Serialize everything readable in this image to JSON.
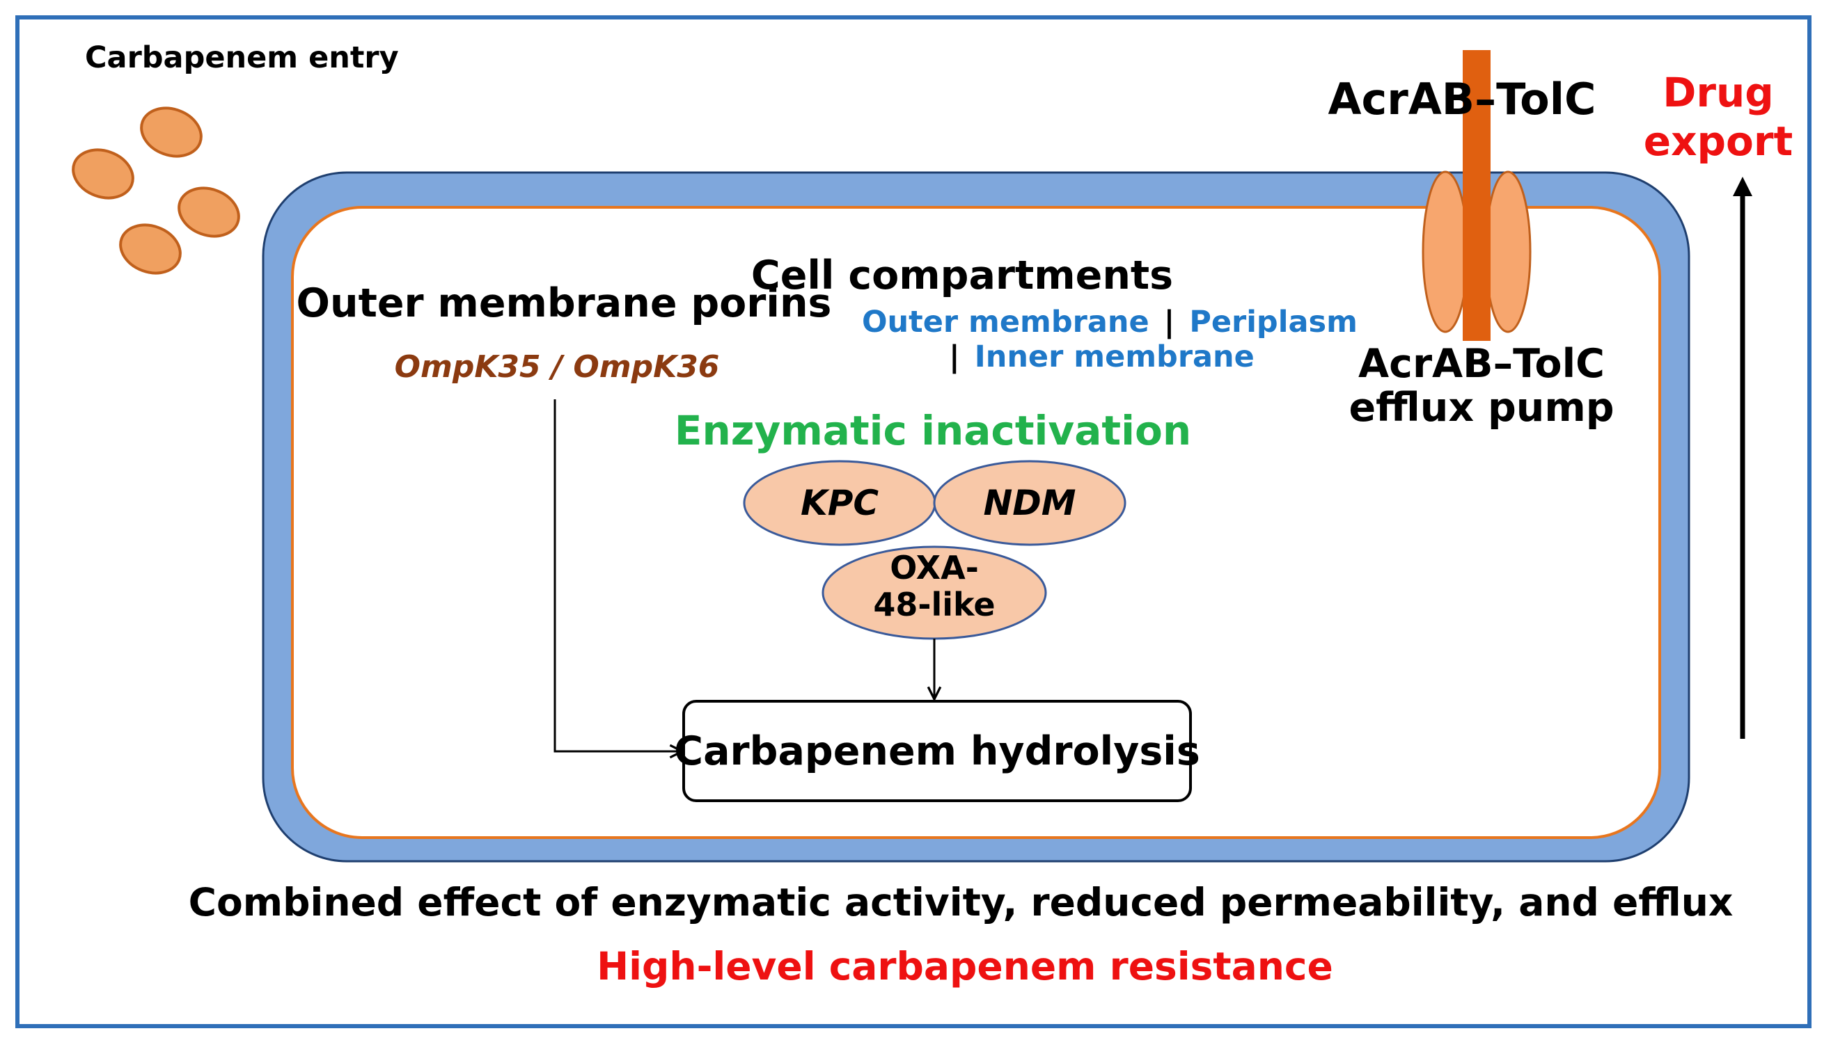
{
  "entry_label": "Carbapenem entry",
  "pump": {
    "top_label": "AcrAB–TolC",
    "label_line1": "AcrAB–TolC",
    "label_line2": "efflux pump"
  },
  "export": {
    "line1": "Drug",
    "line2": "export"
  },
  "porins": {
    "title": "Outer membrane porins",
    "genes": "OmpK35 / OmpK36"
  },
  "compartments": {
    "title": "Cell compartments",
    "outer": "Outer membrane",
    "sep1": "|",
    "periplasm": "Periplasm",
    "sep2": "|",
    "inner": "Inner membrane"
  },
  "enzymatic": {
    "title": "Enzymatic inactivation",
    "kpc": "KPC",
    "ndm": "NDM",
    "oxa_line1": "OXA-",
    "oxa_line2": "48-like"
  },
  "hydrolysis": "Carbapenem hydrolysis",
  "combined": "Combined effect of enzymatic activity, reduced permeability, and efflux",
  "resistance": "High-level carbapenem resistance",
  "colors": {
    "frame": "#2f6fb8",
    "outer_membrane": "#7fa7dc",
    "inner_membrane": "#e8761e",
    "particle": "#f0a060",
    "pump_channel": "#e06010",
    "enzyme_fill": "#f8c8a8",
    "blue_text": "#1f78c8",
    "green_text": "#22b24c",
    "red_text": "#ee1111",
    "brown_text": "#8b3a10"
  }
}
